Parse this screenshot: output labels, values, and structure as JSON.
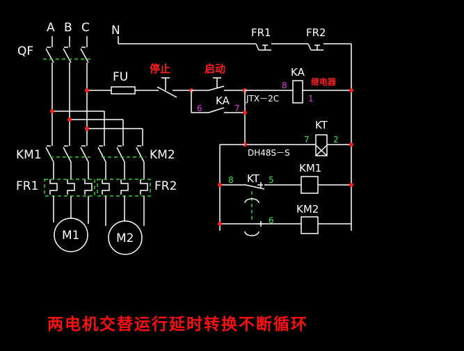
{
  "phases": {
    "a": "A",
    "b": "B",
    "c": "C",
    "n": "N"
  },
  "switches": {
    "qf": "QF",
    "fu": "FU",
    "km1": "KM1",
    "km2": "KM2",
    "fr1": "FR1",
    "fr2": "FR2"
  },
  "motors": {
    "m1": "M1",
    "m2": "M2"
  },
  "control": {
    "fr1": "FR1",
    "fr2": "FR2",
    "stop": "停止",
    "start": "启动",
    "ka_contact": "KA",
    "ka_coil": "KA",
    "relay": "继电器",
    "jtx": "JTX－2C",
    "kt": "KT",
    "dh48s": "DH48S－S",
    "kt_contact": "KT",
    "km1": "KM1",
    "km2": "KM2"
  },
  "terminals": {
    "t8a": "8",
    "t1": "1",
    "t6a": "6",
    "t7a": "7",
    "t7b": "7",
    "t2": "2",
    "t8b": "8",
    "t5": "5",
    "t6b": "6"
  },
  "colors": {
    "wire": "#ffffff",
    "node": "#ff2020",
    "mechanical_link": "#30d030",
    "terminal_magenta": "#e040e0",
    "terminal_green": "#40e040",
    "title": "#ff1010"
  },
  "caption": "两电机交替运行延时转换不断循环"
}
